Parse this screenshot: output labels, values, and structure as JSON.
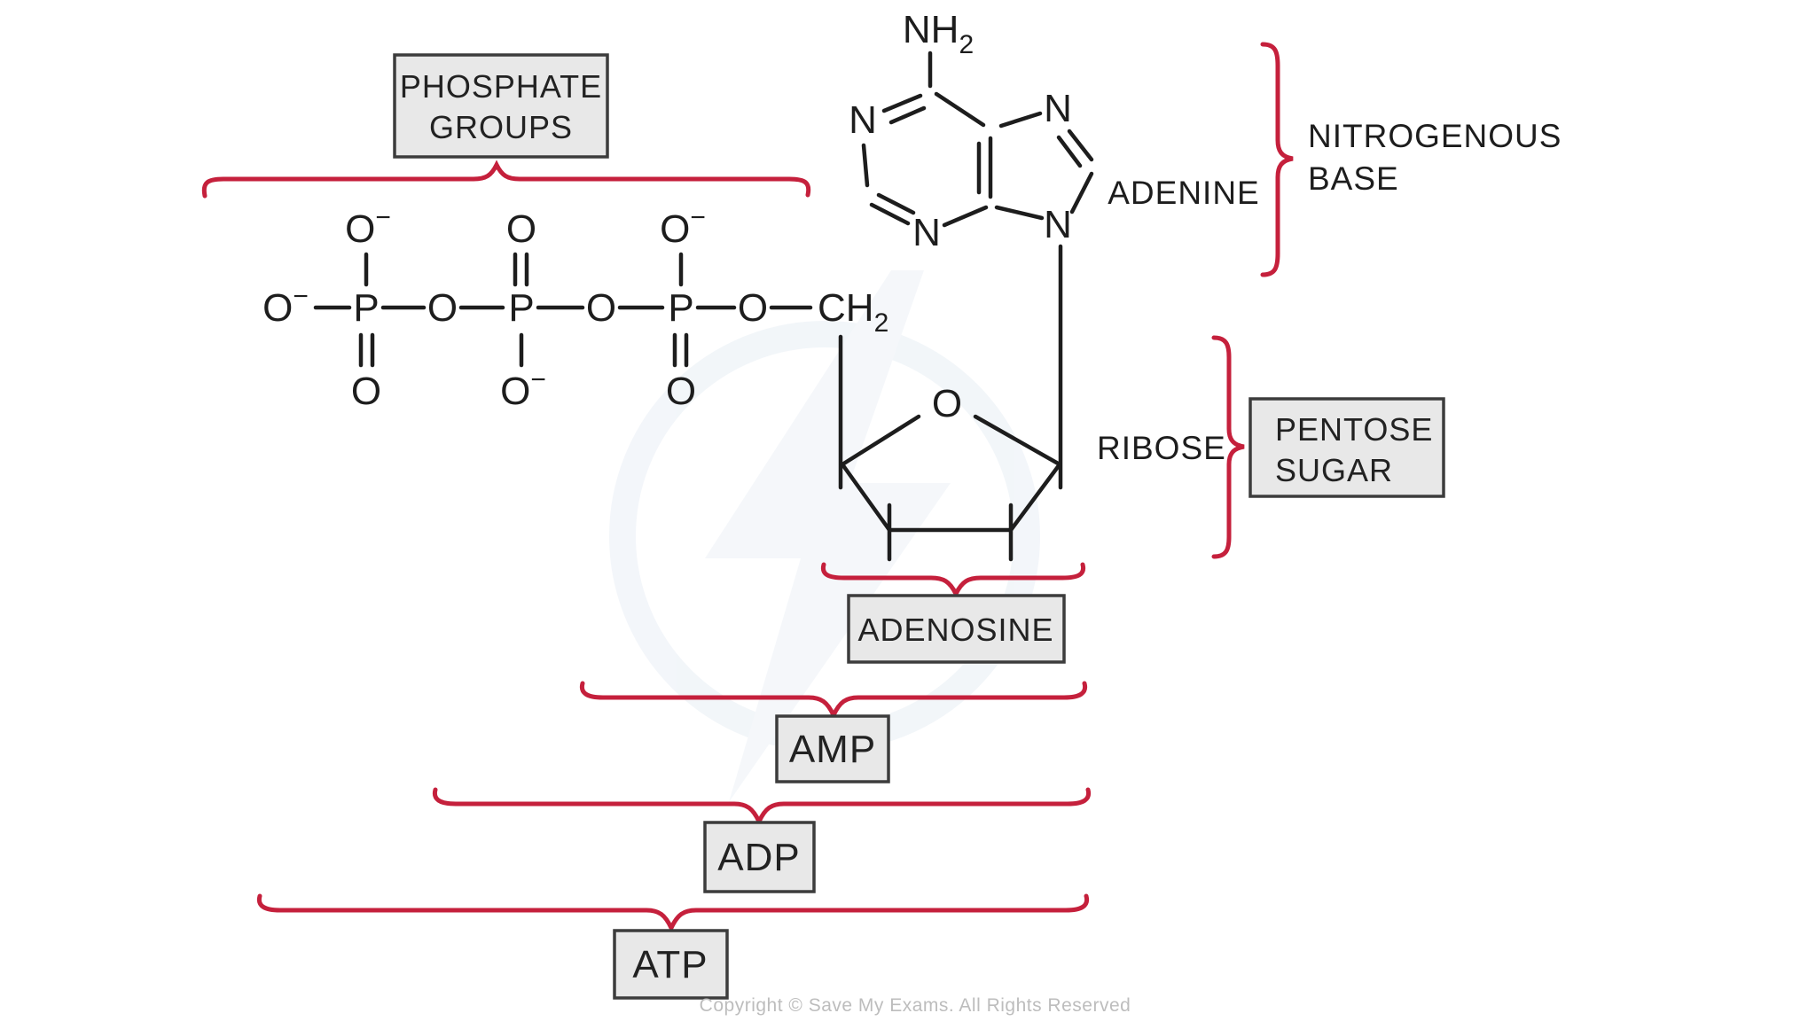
{
  "colors": {
    "background": "#ffffff",
    "ink": "#1d1d1d",
    "brace_red": "#c5203c",
    "box_fill": "#e8e8e8",
    "box_border": "#3c3c3c",
    "watermark": "#e9eff5",
    "copyright_gray": "#bdbdbd"
  },
  "boxes": {
    "phosphate": {
      "line1": "PHOSPHATE",
      "line2": "GROUPS"
    },
    "pentose": {
      "line1": "PENTOSE",
      "line2": "SUGAR"
    },
    "adenosine": {
      "label": "ADENOSINE"
    },
    "amp": {
      "label": "AMP"
    },
    "adp": {
      "label": "ADP"
    },
    "atp": {
      "label": "ATP"
    }
  },
  "labels": {
    "adenine": "ADENINE",
    "nitrogenous_line1": "NITROGENOUS",
    "nitrogenous_line2": "BASE",
    "ribose": "RIBOSE",
    "copyright": "Copyright © Save My Exams. All Rights Reserved"
  },
  "atoms": {
    "o": "O",
    "p": "P",
    "n": "N",
    "minus": "−",
    "nh": "NH",
    "ch": "CH",
    "sub2": "2"
  }
}
